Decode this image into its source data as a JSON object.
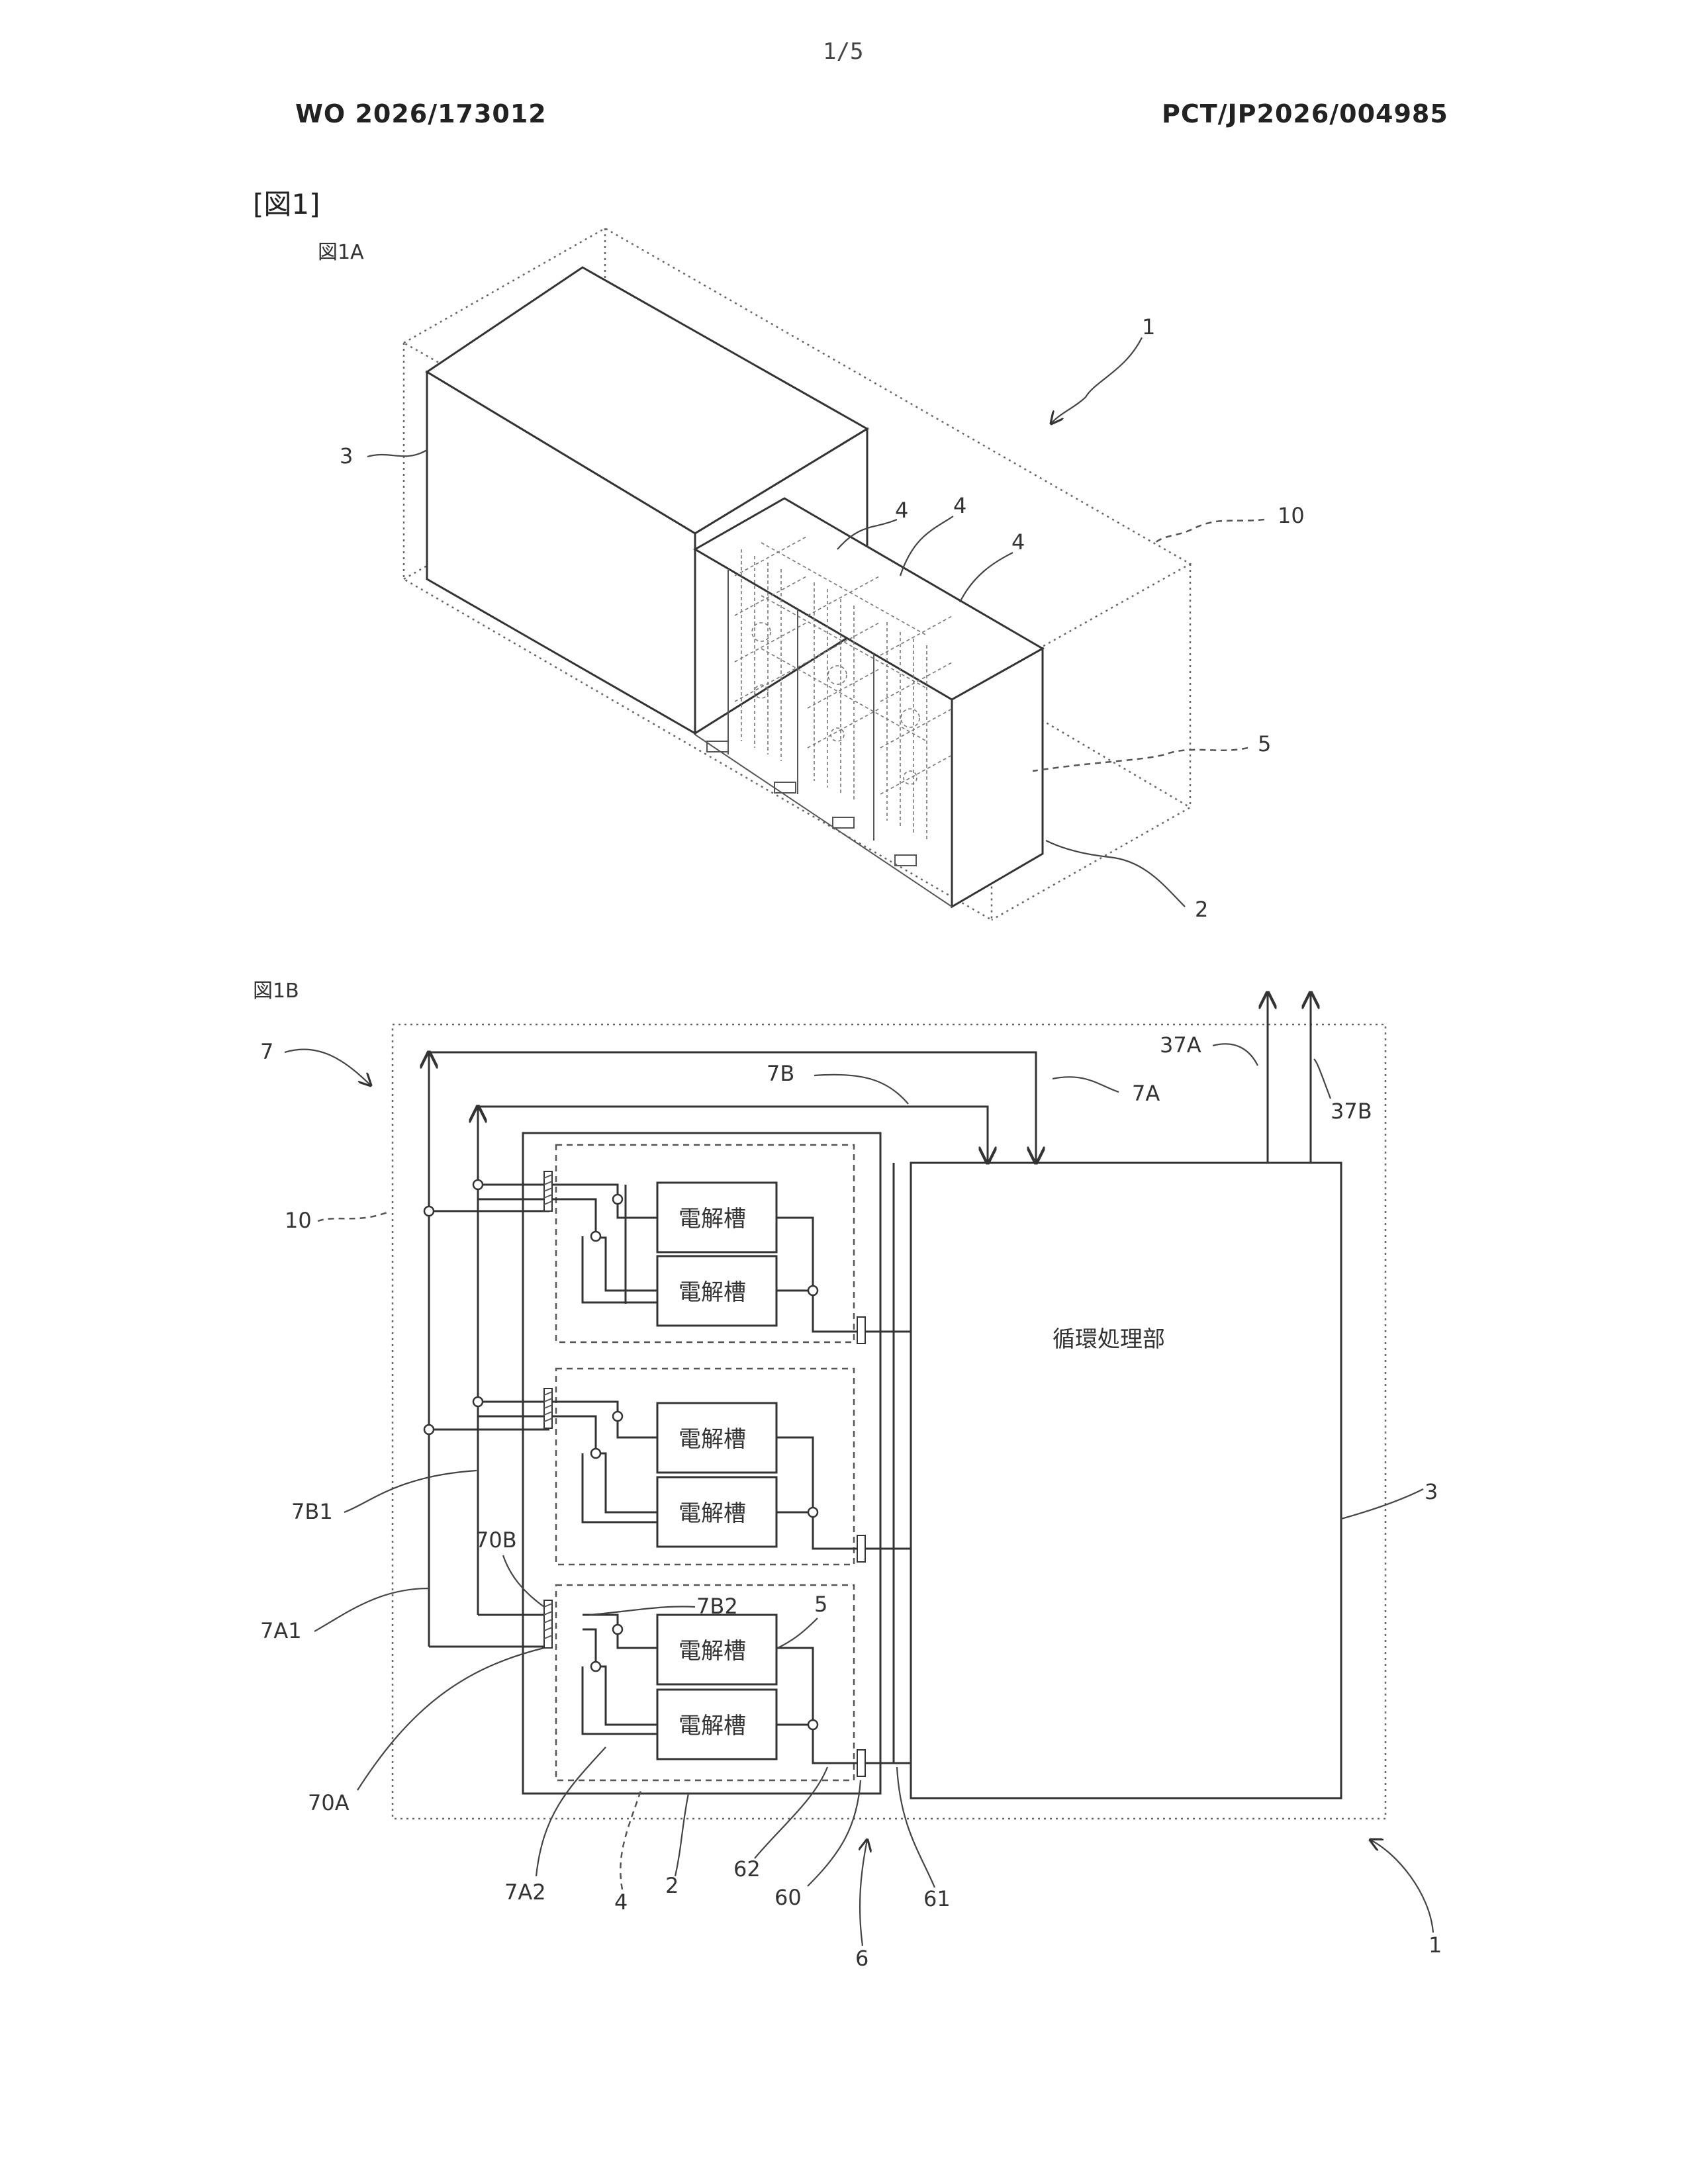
{
  "page": {
    "page_number": "1/5",
    "publication_number": "WO 2026/173012",
    "application_number": "PCT/JP2026/004985",
    "figure_heading": "[図1]"
  },
  "figure_1a": {
    "label": "図1A",
    "refs": {
      "device": "1",
      "frame_2": "2",
      "circulation_unit": "3",
      "unit_4a": "4",
      "unit_4b": "4",
      "unit_4c": "4",
      "cell": "5",
      "container": "10"
    }
  },
  "figure_1b": {
    "label": "図1B",
    "circulation_unit_text": "循環処理部",
    "cell_text": "電解槽",
    "refs": {
      "r7": "7",
      "r7B": "7B",
      "r7A": "7A",
      "r37A": "37A",
      "r37B": "37B",
      "r10": "10",
      "r3": "3",
      "r7B1": "7B1",
      "r70B": "70B",
      "r7B2": "7B2",
      "r5": "5",
      "r7A1": "7A1",
      "r70A": "70A",
      "r7A2": "7A2",
      "r4": "4",
      "r2": "2",
      "r62": "62",
      "r60": "60",
      "r61": "61",
      "r6": "6",
      "r1": "1"
    }
  }
}
